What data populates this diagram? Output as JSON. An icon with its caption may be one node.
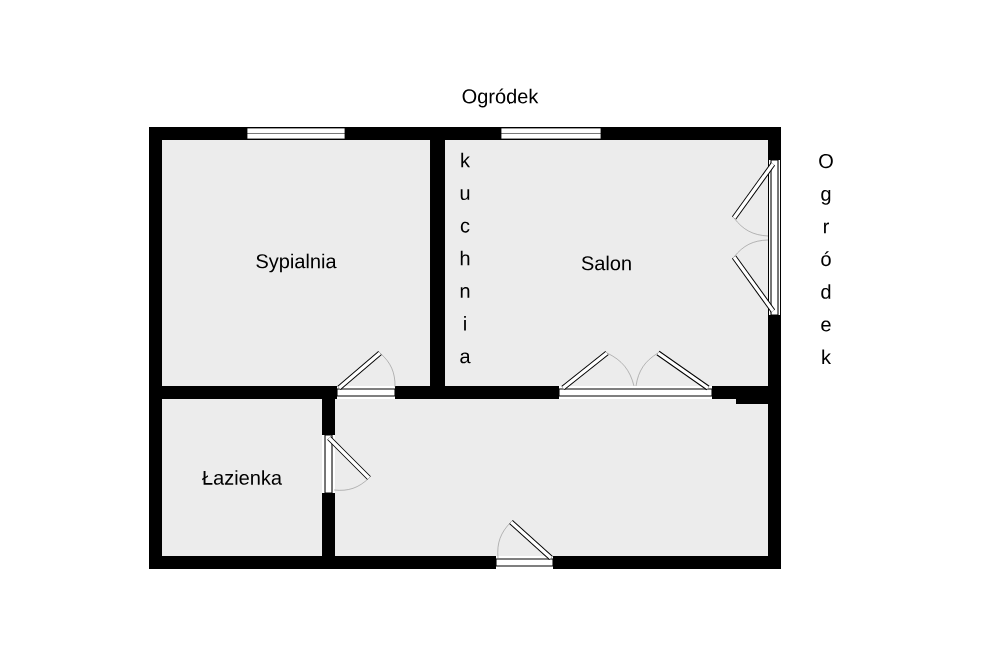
{
  "diagram": {
    "nodes": [
      {
        "text": [
          "Sypialnia"
        ]
      },
      {
        "text": [
          "Salon"
        ]
      },
      {
        "text": [
          "Łazienka"
        ]
      },
      {
        "text": [],
        "shape": "box"
      }
    ],
    "labels": [
      "Ogródek",
      "kuchnia",
      "Ogródek"
    ]
  }
}
